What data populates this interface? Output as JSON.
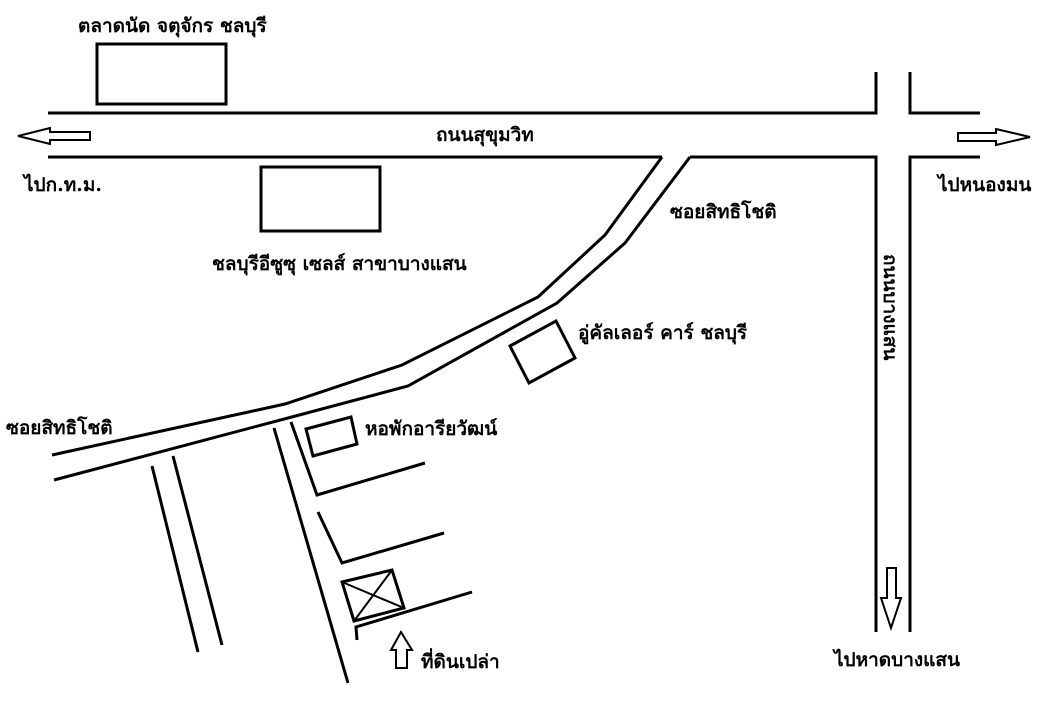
{
  "labels": {
    "market": "ตลาดนัด จตุจักร ชลบุรี",
    "sukhumvit_road": "ถนนสุขุมวิท",
    "to_bangkok": "ไปก.ท.ม.",
    "to_nongmon": "ไปหนองมน",
    "soi_sitthichot_upper": "ซอยสิทธิโชติ",
    "isuzu": "ชลบุรีอีซูซุ เซลส์ สาขาบางแสน",
    "ooh_color": "อู่คัลเลอร์ คาร์ ชลบุรี",
    "beach_road": "ถนนบางแสน",
    "soi_sitthichot_left": "ซอยสิทธิโชติ",
    "dorm": "หอพักอารียวัฒน์",
    "land_plot": "ที่ดินเปล่า",
    "to_bangsaen_beach": "ไปหาดบางแสน"
  },
  "colors": {
    "line": "#000000",
    "background": "#ffffff"
  }
}
